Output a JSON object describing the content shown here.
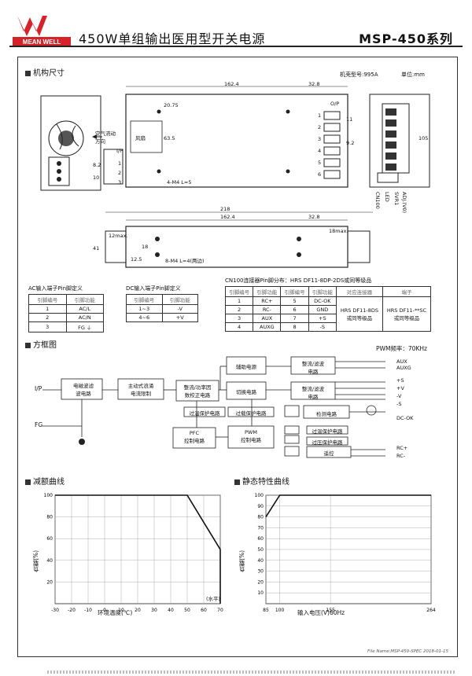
{
  "header": {
    "brand": "MEAN WELL",
    "title": "450W单组输出医用型开关电源",
    "series": "MSP-450系列"
  },
  "mech": {
    "section": "机构尺寸",
    "case_no": "机壳型号:995A",
    "unit": "单位:mm",
    "fan_note": "空气流动\n方向",
    "fan_label": "风扇",
    "dims": {
      "top_w1": "162.4",
      "top_w2": "32.8",
      "d_2075": "20.75",
      "d_635": "63.5",
      "d_82": "8.2",
      "d_10": "10",
      "h105": "105",
      "w11": "11",
      "w92": "9.2",
      "screw_top": "4-M4 L=5",
      "total_218": "218",
      "side_1624": "162.4",
      "side_328": "32.8",
      "max12": "12max.",
      "max18": "18max.",
      "h41": "41",
      "d125": "12.5",
      "d18": "18",
      "screw_side": "8-M4 L=4(两边)"
    },
    "io_labels": {
      "ip": "I/P",
      "op": "O/P",
      "pins_left": [
        "1",
        "2",
        "3"
      ],
      "pins_right": [
        "1",
        "2",
        "3",
        "4",
        "5",
        "6"
      ]
    },
    "cn_labels": [
      "CN100",
      "LED",
      "SVR1",
      "ADJ.(V0)"
    ]
  },
  "tables": {
    "ac": {
      "title": "AC输入端子Pin脚定义",
      "header": [
        "引脚编号",
        "引脚功能"
      ],
      "rows": [
        [
          "1",
          "AC/L"
        ],
        [
          "2",
          "AC/N"
        ],
        [
          "3",
          "FG ⏚"
        ]
      ]
    },
    "dc": {
      "title": "DC输入端子Pin脚定义",
      "header": [
        "引脚编号",
        "引脚功能"
      ],
      "rows": [
        [
          "1~3",
          "-V"
        ],
        [
          "4~6",
          "+V"
        ]
      ]
    },
    "cn": {
      "title": "CN100连接器Pin脚分布：HRS DF11-8DP-2DS或同等级品",
      "header": [
        "引脚编号",
        "引脚功能",
        "引脚编号",
        "引脚功能",
        "对应连接器",
        "端子"
      ],
      "rows": [
        [
          "1",
          "RC+",
          "5",
          "DC-OK"
        ],
        [
          "2",
          "RC-",
          "6",
          "GND"
        ],
        [
          "3",
          "AUX",
          "7",
          "+S"
        ],
        [
          "4",
          "AUXG",
          "8",
          "-S"
        ]
      ],
      "connector": "HRS DF11-8DS\n或同等级品",
      "terminal": "HRS DF11-**SC\n或同等级品"
    }
  },
  "block": {
    "section": "方框图",
    "pwm": "PWM频率：70KHz",
    "ip": "I/P",
    "fg": "FG",
    "boxes": {
      "emi": "电磁波滤\n波电路",
      "inrush": "主动式浪涌\n电流限制",
      "rect": "整流/功率因\n数校正电路",
      "aux_conv": "辅助电源",
      "switch": "切换电路",
      "rect_f1": "整流/滤波\n电路",
      "rect_f2": "整流/滤波\n电路",
      "ovp": "过温保护电路",
      "olp": "过载保护电路",
      "detect": "检测电路",
      "pfc": "PFC\n控制电路",
      "pwm": "PWM\n控制电路",
      "otp2": "过温保护电路",
      "ovp2": "过压保护电路",
      "remote": "遥控"
    },
    "outputs": [
      "AUX",
      "AUXG",
      "+S",
      "+V",
      "-V",
      "-S",
      "DC-OK",
      "RC+",
      "RC-"
    ]
  },
  "derating": {
    "section": "减额曲线",
    "ylabel": "负载(%)",
    "xlabel": "环境温度(℃)",
    "xnote": "(水平)",
    "x_ticks": [
      "-30",
      "-20",
      "-10",
      "0",
      "10",
      "20",
      "30",
      "40",
      "50",
      "60",
      "70"
    ],
    "y_ticks": [
      "20",
      "40",
      "60",
      "80",
      "100"
    ]
  },
  "static": {
    "section": "静态特性曲线",
    "ylabel": "负载(%)",
    "xlabel": "输入电压(V)60Hz",
    "x_ticks": [
      "85",
      "100",
      "155",
      "264"
    ],
    "y_ticks": [
      "10",
      "20",
      "30",
      "40",
      "50",
      "60",
      "70",
      "80",
      "90",
      "100"
    ]
  },
  "chart_data": [
    {
      "type": "line",
      "x": [
        -30,
        50,
        70,
        70
      ],
      "series": [
        {
          "values": [
            100,
            100,
            50,
            0
          ]
        }
      ],
      "xlabel": "环境温度(℃)",
      "ylabel": "负载(%)",
      "xlim": [
        -30,
        70
      ],
      "ylim": [
        0,
        100
      ],
      "grid": true
    },
    {
      "type": "line",
      "x": [
        85,
        100,
        264
      ],
      "series": [
        {
          "values": [
            80,
            100,
            100
          ]
        }
      ],
      "xlabel": "输入电压(V)60Hz",
      "ylabel": "负载(%)",
      "xlim": [
        85,
        264
      ],
      "ylim": [
        0,
        100
      ],
      "grid": true
    }
  ],
  "footer": {
    "file": "File Name:MSP-450-SPEC   2018-01-15"
  },
  "colors": {
    "logo": "#d6232a",
    "line": "#222222"
  }
}
